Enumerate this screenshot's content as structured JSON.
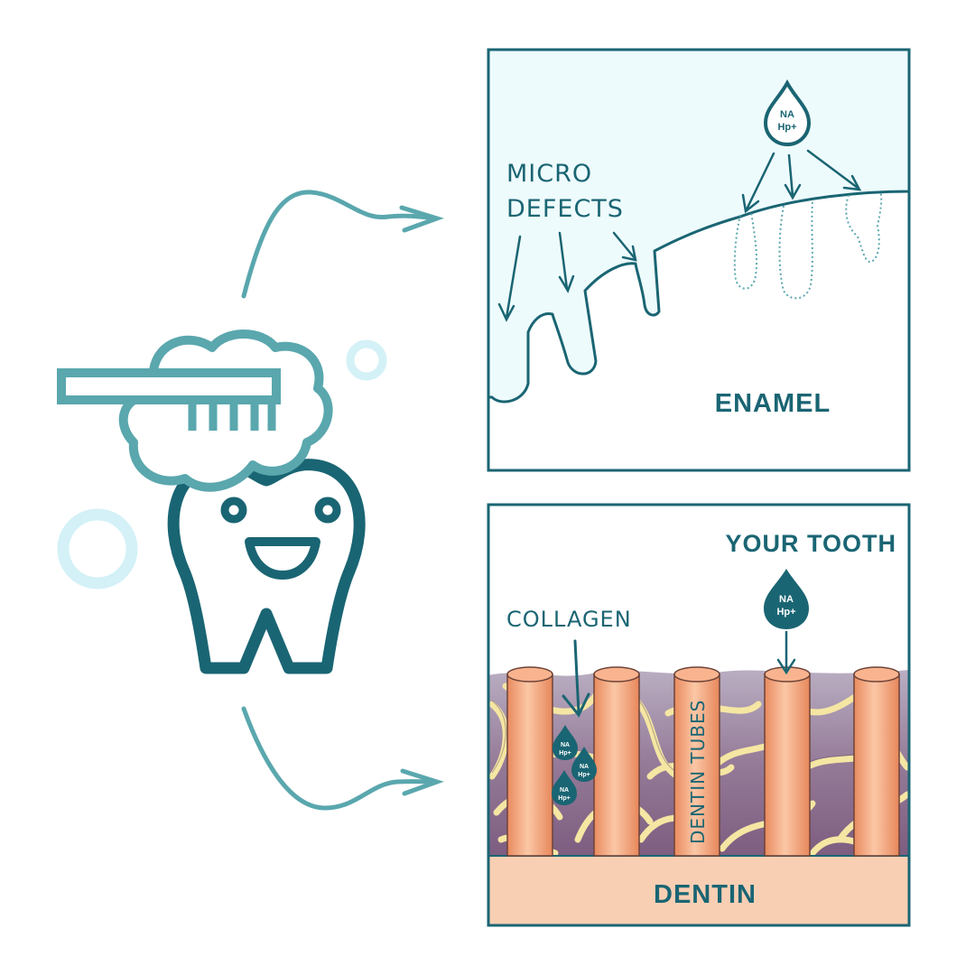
{
  "enamel_panel": {
    "label": "ENAMEL",
    "defects_label_line1": "MICRO",
    "defects_label_line2": "DEFECTS",
    "drop_line1": "NA",
    "drop_line2": "Hp+"
  },
  "dentin_panel": {
    "title": "YOUR TOOTH",
    "collagen_label": "COLLAGEN",
    "tubes_label": "DENTIN TUBES",
    "base_label": "DENTIN",
    "drop_line1": "NA",
    "drop_line2": "Hp+"
  },
  "colors": {
    "dark_teal": "#1a6573",
    "mid_teal": "#5aa7ae",
    "light_cyan": "#d3f1f7",
    "enamel_fill": "#eefbfc",
    "tube_orange": "#f2a27b",
    "dentin_base": "#f9cfb4",
    "collagen": "#f5e6a3",
    "matrix_purple": "#8c6f8e"
  },
  "icons": [
    "toothbrush-icon",
    "tooth-smile-icon",
    "bubble-icon",
    "curved-arrow-icon",
    "drop-icon"
  ]
}
